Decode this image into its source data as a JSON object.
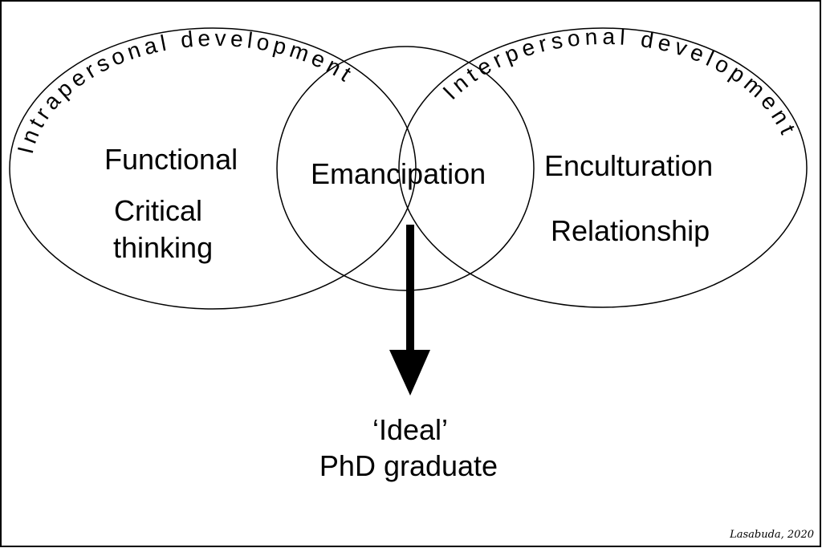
{
  "diagram": {
    "left_circle_title": "Intrapersonal development",
    "right_circle_title": "Interpersonal development",
    "left_items": [
      "Functional",
      "Critical",
      "thinking"
    ],
    "center_item": "Emancipation",
    "right_items": [
      "Enculturation",
      "Relationship"
    ],
    "outcome_line1": "‘Ideal’",
    "outcome_line2": "PhD graduate",
    "signature": "Lasabuda, 2020"
  },
  "colors": {
    "stroke": "#000000",
    "background": "#ffffff"
  }
}
